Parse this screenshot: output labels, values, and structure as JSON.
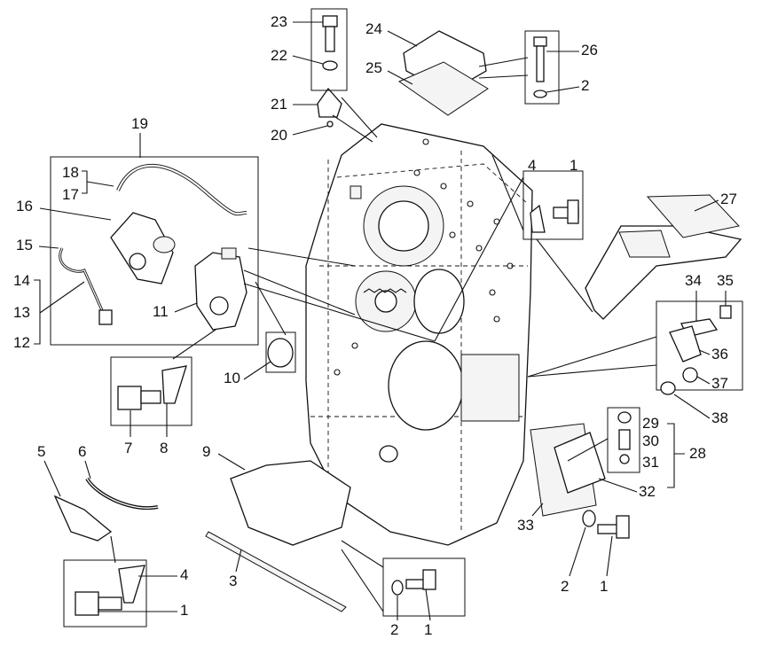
{
  "diagram": {
    "callouts": {
      "c23": "23",
      "c22": "22",
      "c21": "21",
      "c20": "20",
      "c24": "24",
      "c25": "25",
      "c26": "26",
      "c2_top": "2",
      "c19": "19",
      "c18": "18",
      "c17": "17",
      "c16": "16",
      "c15": "15",
      "c14": "14",
      "c13": "13",
      "c12": "12",
      "c11": "11",
      "c10": "10",
      "c7": "7",
      "c8": "8",
      "c4_right": "4",
      "c1_right": "1",
      "c27": "27",
      "c34": "34",
      "c35": "35",
      "c36": "36",
      "c37": "37",
      "c38": "38",
      "c29": "29",
      "c30": "30",
      "c31": "31",
      "c28": "28",
      "c32": "32",
      "c33": "33",
      "c2_br": "2",
      "c1_br": "1",
      "c5": "5",
      "c6": "6",
      "c9": "9",
      "c3": "3",
      "c4_bl": "4",
      "c1_bl": "1",
      "c2_bc": "2",
      "c1_bc": "1"
    }
  }
}
